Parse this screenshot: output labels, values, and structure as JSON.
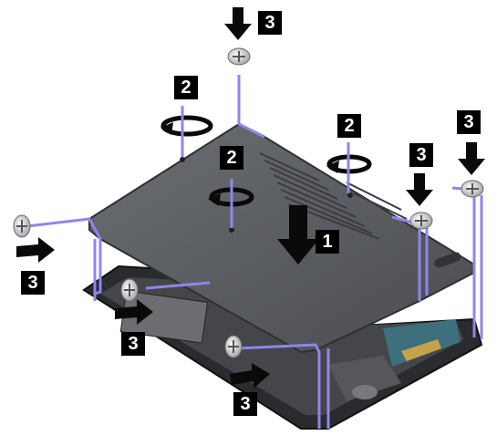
{
  "callouts": {
    "step1": "1",
    "step2a": "2",
    "step2b": "2",
    "step2c": "2",
    "step3a": "3",
    "step3b": "3",
    "step3c": "3",
    "step3d": "3",
    "step3e": "3",
    "step3f": "3"
  },
  "colors": {
    "outline": "#8f86ea",
    "cover": "#5b5e62",
    "cover_edge": "#2e3033",
    "chassis": "#3a3b3e",
    "arrow": "#0a0a0a",
    "label_bg": "#000000",
    "label_fg": "#ffffff"
  },
  "icons": [
    "screw-icon",
    "rotate-arrow-icon",
    "down-arrow-icon",
    "right-arrow-icon"
  ]
}
